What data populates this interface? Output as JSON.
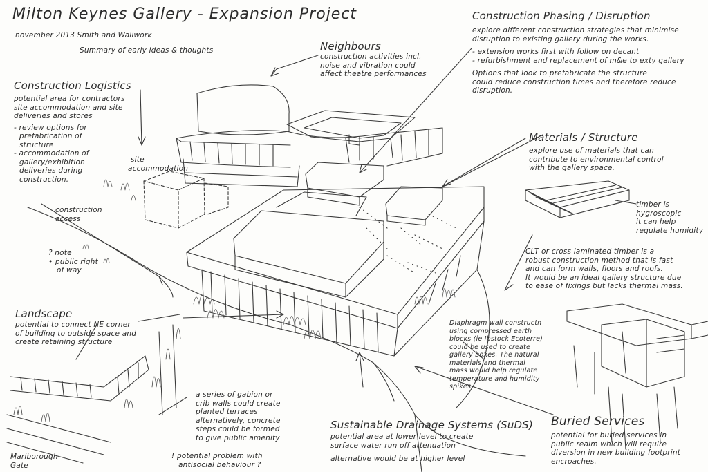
{
  "header": {
    "title": "Milton Keynes Gallery - Expansion Project",
    "date_line": "november 2013   Smith and Wallwork",
    "summary": "Summary of early ideas & thoughts"
  },
  "notes": {
    "neighbours": {
      "heading": "Neighbours",
      "lines": [
        "construction activities incl.",
        "noise and vibration could",
        "affect theatre performances"
      ]
    },
    "construction_phasing": {
      "heading": "Construction Phasing / Disruption",
      "lines": [
        "explore different construction strategies that minimise",
        "disruption to existing gallery during the works.",
        "- extension works first with follow on decant",
        "- refurbishment and replacement of m&e to exty gallery",
        "Options that look to prefabricate the structure",
        "could reduce construction times and therefore reduce",
        "disruption."
      ]
    },
    "construction_logistics": {
      "heading": "Construction Logistics",
      "lines": [
        "potential area for contractors",
        "site accommodation and site",
        "deliveries and stores",
        "- review options for",
        "prefabrication of",
        "structure",
        "- accommodation of",
        "gallery/exhibition",
        "deliveries during",
        "construction."
      ]
    },
    "site_accommodation": {
      "lines": [
        "site",
        "accommodation"
      ]
    },
    "construction_access": {
      "lines": [
        "construction",
        "access"
      ]
    },
    "public_right_of_way": {
      "lines": [
        "? note",
        "• public right",
        "of way"
      ]
    },
    "materials_structure": {
      "heading": "Materials / Structure",
      "lines": [
        "explore use of materials that can",
        "contribute to environmental control",
        "with the gallery space."
      ]
    },
    "timber": {
      "lines": [
        "timber is",
        "hygroscopic",
        "it can help",
        "regulate humidity"
      ]
    },
    "clt": {
      "lines": [
        "CLT or cross laminated timber is a",
        "robust construction method that is fast",
        "and can form walls, floors and roofs.",
        "It would be an ideal gallery structure due",
        "to ease of fixings but lacks thermal mass."
      ]
    },
    "landscape": {
      "heading": "Landscape",
      "lines": [
        "potential to connect NE corner",
        "of building to outside space and",
        "create retaining structure"
      ]
    },
    "gabion": {
      "lines": [
        "a series of gabion or",
        "crib walls could create",
        "planted terraces",
        "alternatively, concrete",
        "steps could be formed",
        "to give public amenity"
      ]
    },
    "diaphragm": {
      "lines": [
        "Diaphragm wall constructn",
        "using compressed earth",
        "blocks (ie Ibstock Ecoterre)",
        "could be used to create",
        "gallery boxes. The natural",
        "materials and thermal",
        "mass would help regulate",
        "temperature and humidity",
        "spikes."
      ]
    },
    "suds": {
      "heading": "Sustainable Drainage Systems (SuDS)",
      "lines": [
        "potential area at lower level to create",
        "surface water run off attenuation",
        "alternative would be at higher level"
      ]
    },
    "buried_services": {
      "heading": "Buried Services",
      "lines": [
        "potential for buried services in",
        "public realm which will require",
        "diversion in new building footprint",
        "encroaches."
      ]
    },
    "marlborough": {
      "lines": [
        "Marlborough",
        "Gate"
      ]
    },
    "potential_problem": {
      "lines": [
        "! potential problem with",
        "antisocial behaviour ?"
      ]
    }
  }
}
